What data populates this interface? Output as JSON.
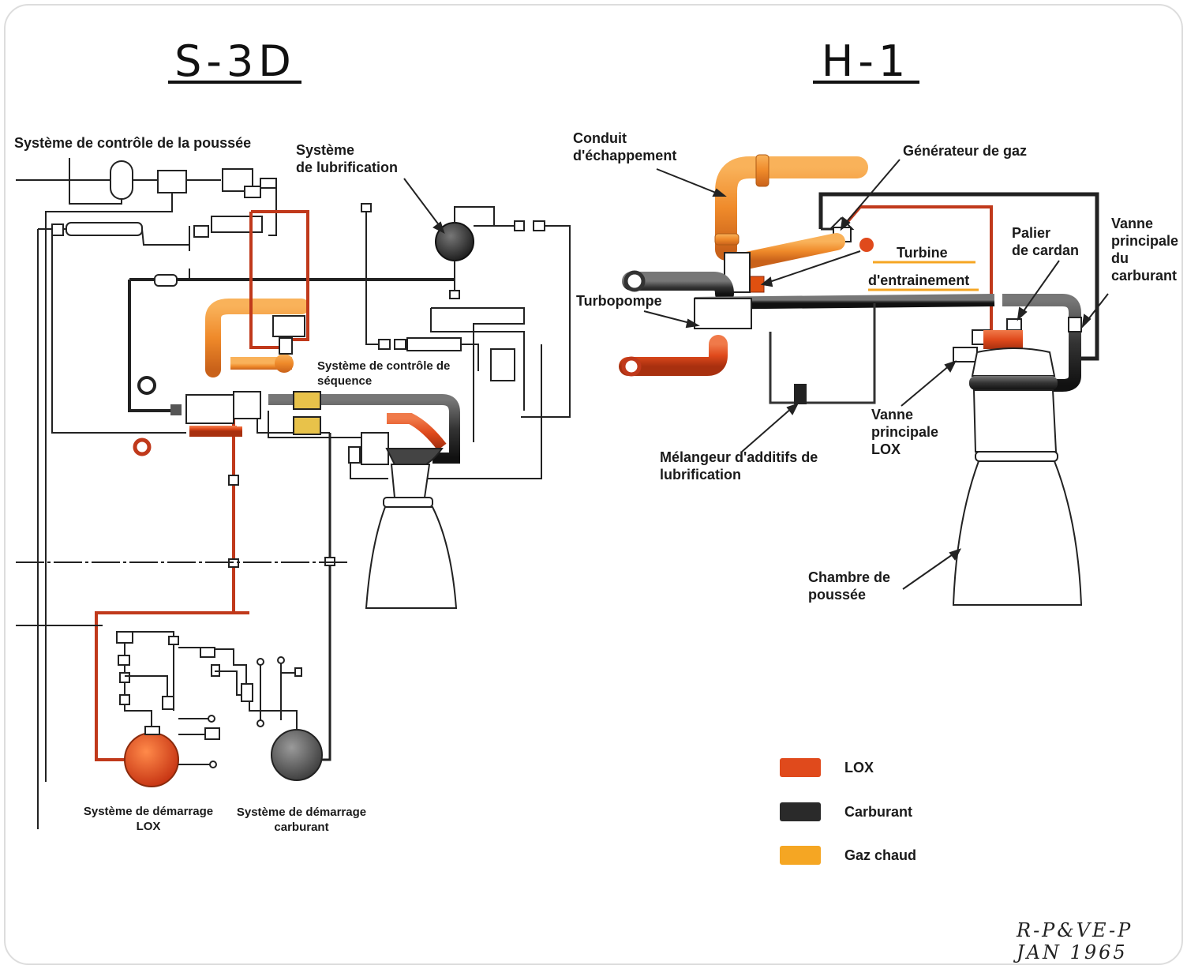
{
  "titles": {
    "left": "S-3D",
    "right": "H-1"
  },
  "labels": {
    "thrust_control": "Système de contrôle de la poussée",
    "lubrication_1": "Système",
    "lubrication_2": "de lubrification",
    "sequence_control_1": "Système de contrôle de",
    "sequence_control_2": "séquence",
    "lox_start_1": "Système de démarrage",
    "lox_start_2": "LOX",
    "fuel_start_1": "Système de démarrage",
    "fuel_start_2": "carburant",
    "exhaust_duct_1": "Conduit",
    "exhaust_duct_2": "d'échappement",
    "gas_generator": "Générateur de gaz",
    "turbine_1": "Turbine",
    "turbine_2": "d'entrainement",
    "turbopump": "Turbopompe",
    "gimbal_1": "Palier",
    "gimbal_2": "de cardan",
    "main_fuel_valve_1": "Vanne",
    "main_fuel_valve_2": "principale",
    "main_fuel_valve_3": "du",
    "main_fuel_valve_4": "carburant",
    "main_lox_valve_1": "Vanne",
    "main_lox_valve_2": "principale",
    "main_lox_valve_3": "LOX",
    "lube_mixer_1": "Mélangeur d'additifs de",
    "lube_mixer_2": "lubrification",
    "thrust_chamber_1": "Chambre de",
    "thrust_chamber_2": "poussée"
  },
  "legend": [
    {
      "label": "LOX",
      "color": "#e04a1c"
    },
    {
      "label": "Carburant",
      "color": "#2a2a2a"
    },
    {
      "label": "Gaz chaud",
      "color": "#f5a623"
    }
  ],
  "signature": {
    "line1": "R-P&VE-P",
    "line2": "JAN 1965"
  },
  "colors": {
    "lox": "#e04a1c",
    "fuel": "#2a2a2a",
    "hot_gas": "#f5a623",
    "lox_line": "#c0391b"
  }
}
